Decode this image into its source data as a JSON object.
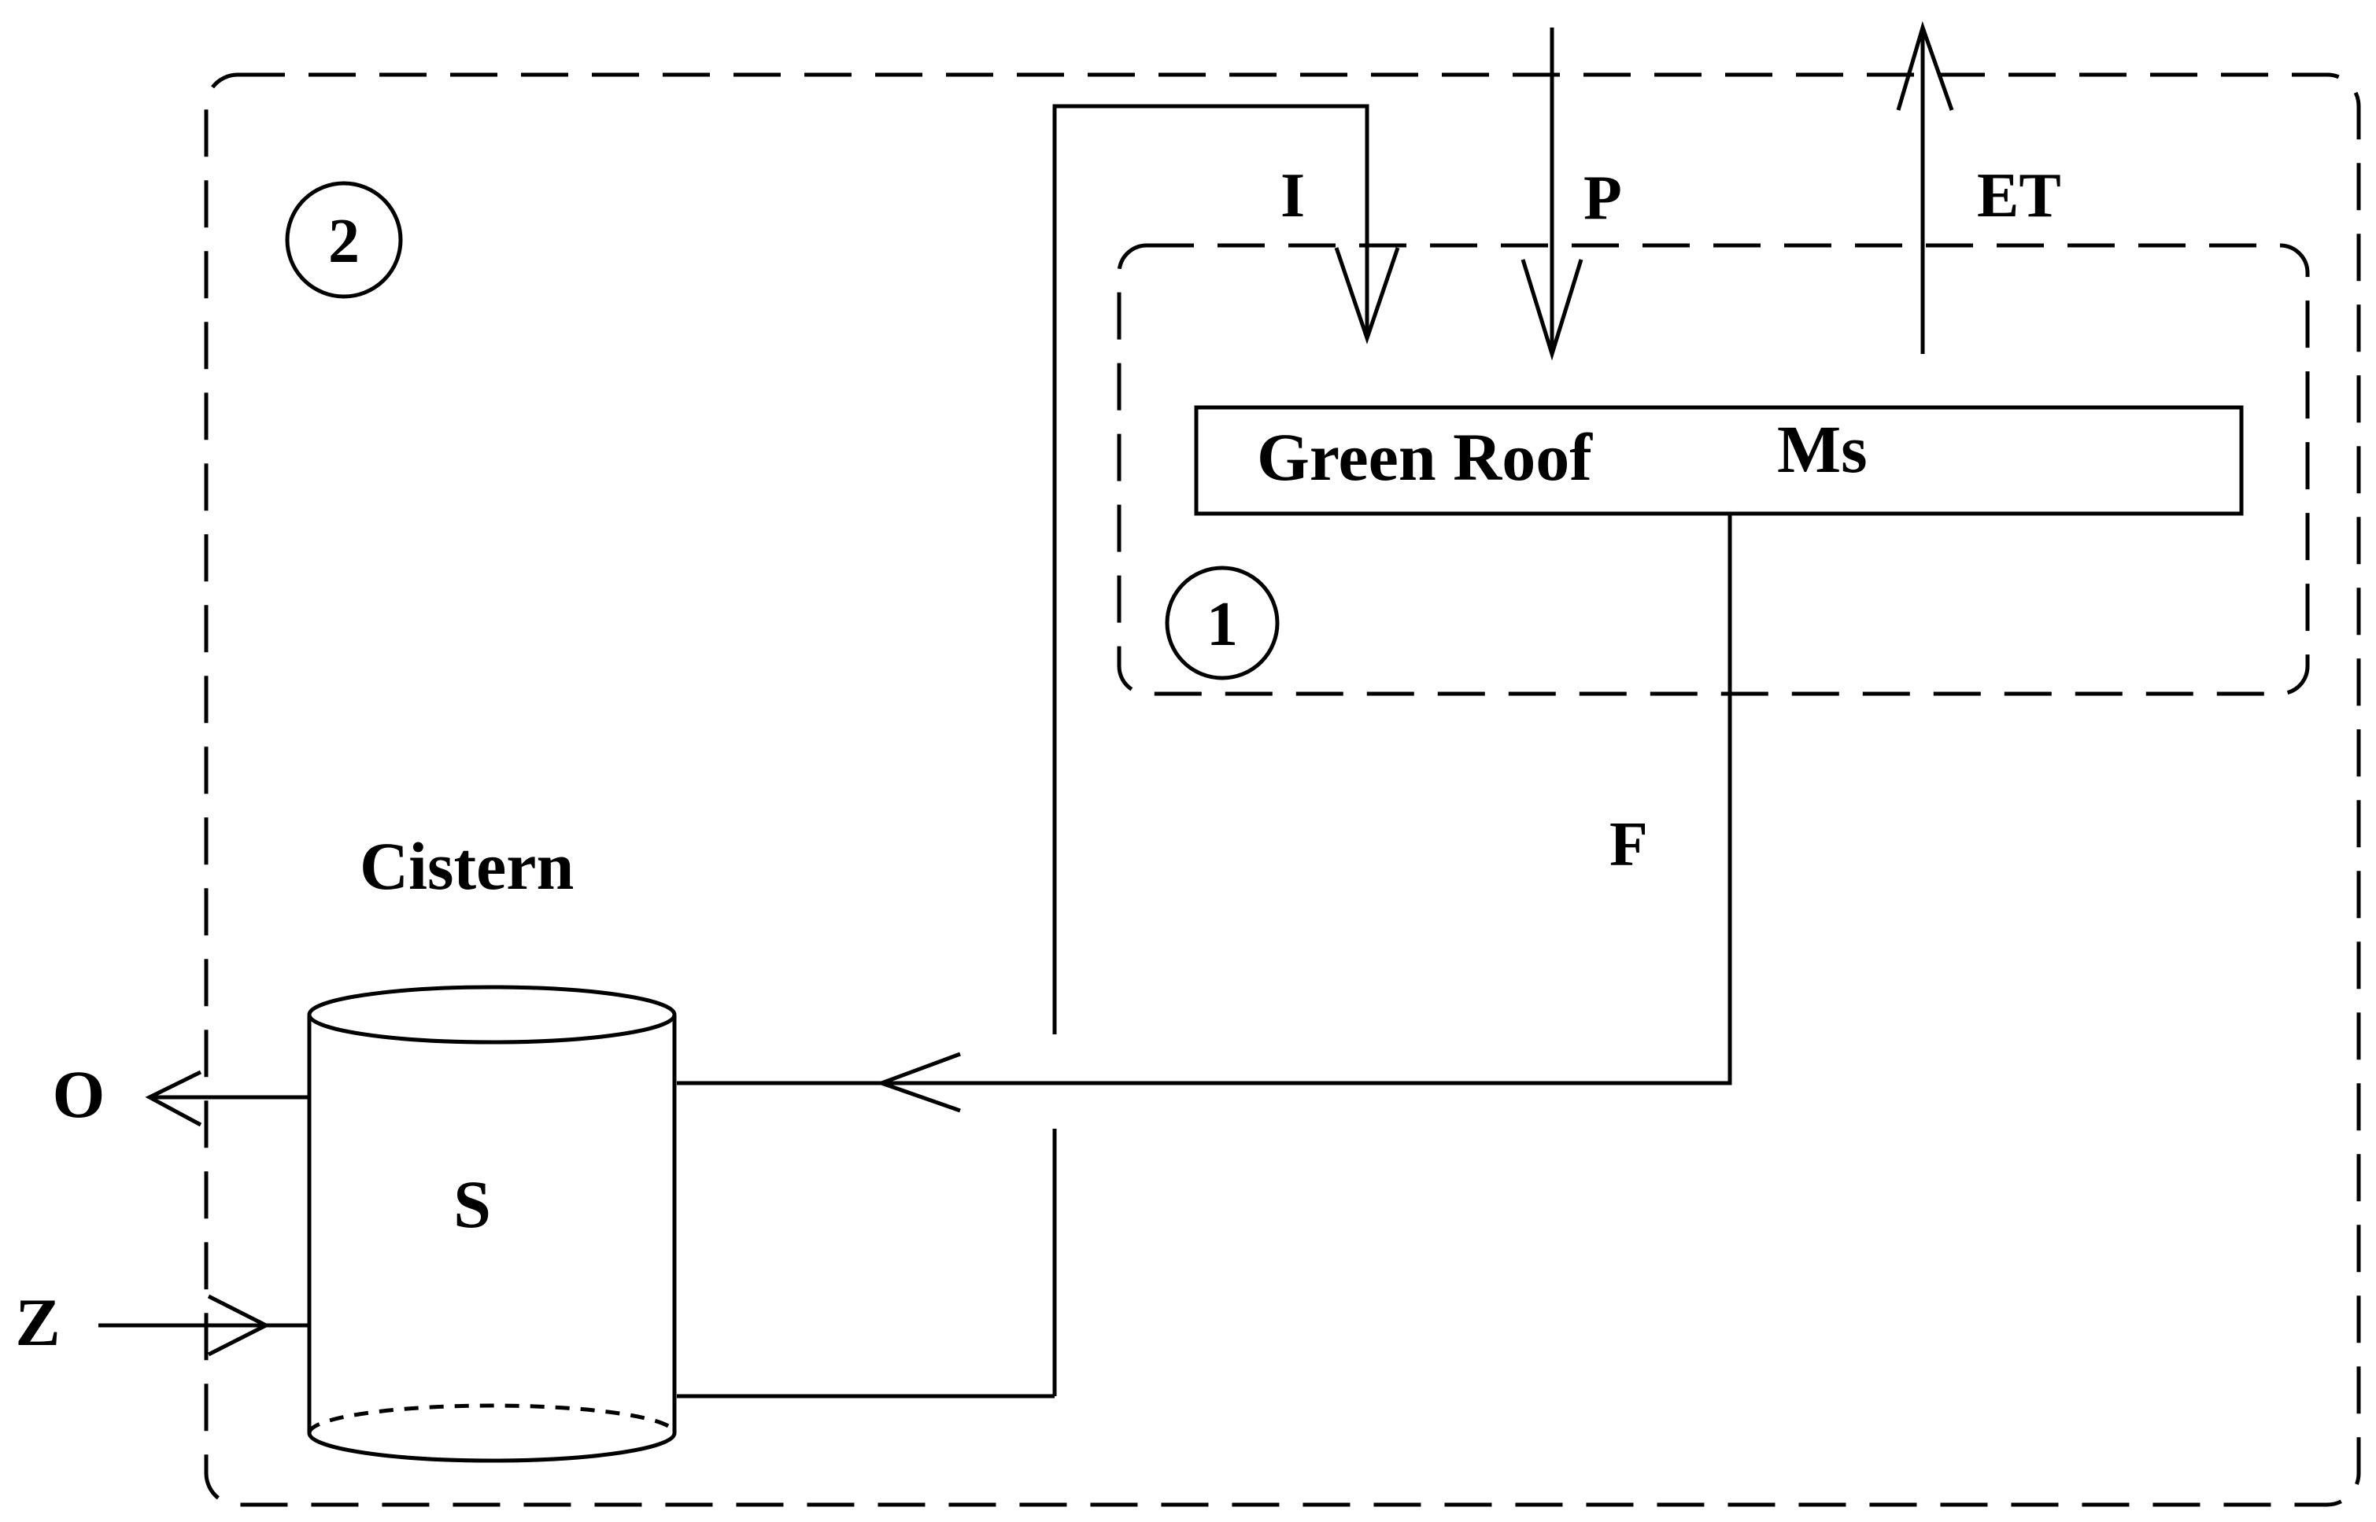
{
  "diagram": {
    "boundary_outer_label": "2",
    "boundary_inner_label": "1",
    "green_roof_label": "Green Roof",
    "green_roof_storage_label": "Ms",
    "cistern_label": "Cistern",
    "cistern_storage_label": "S",
    "flux_irrigation": "I",
    "flux_precipitation": "P",
    "flux_evapotranspiration": "ET",
    "flux_flow": "F",
    "flux_overflow": "O",
    "flux_z": "Z"
  }
}
